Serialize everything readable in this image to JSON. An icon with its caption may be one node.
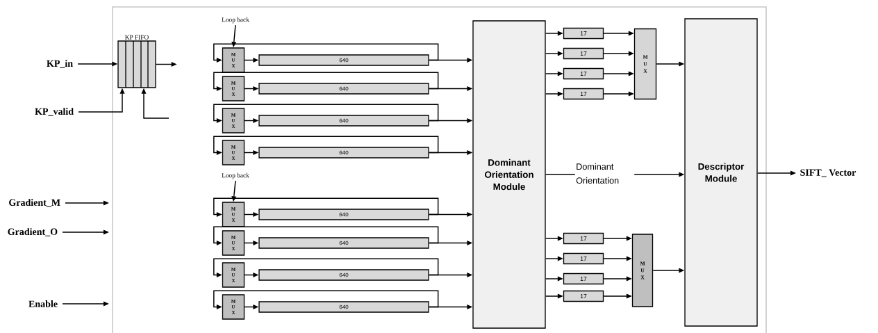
{
  "diagram": {
    "nodes": [
      {
        "text": [
          "KP_in"
        ]
      },
      {
        "text": [
          "KP_valid"
        ]
      },
      {
        "text": [
          "Gradient_M"
        ]
      },
      {
        "text": [
          "Gradient_O"
        ]
      },
      {
        "text": [
          "Enable"
        ]
      },
      {
        "text": [
          "KP FIFO"
        ]
      },
      {
        "text": [
          "Loop back"
        ]
      },
      {
        "text": [
          "Loop back"
        ]
      },
      {
        "text": [
          "M U X"
        ]
      },
      {
        "text": [
          "M U X"
        ]
      },
      {
        "text": [
          "M U X"
        ]
      },
      {
        "text": [
          "M U X"
        ]
      },
      {
        "text": [
          "M U X"
        ]
      },
      {
        "text": [
          "M U X"
        ]
      },
      {
        "text": [
          "M U X"
        ]
      },
      {
        "text": [
          "M U X"
        ]
      },
      {
        "text": [
          "640"
        ]
      },
      {
        "text": [
          "640"
        ]
      },
      {
        "text": [
          "640"
        ]
      },
      {
        "text": [
          "640"
        ]
      },
      {
        "text": [
          "640"
        ]
      },
      {
        "text": [
          "640"
        ]
      },
      {
        "text": [
          "640"
        ]
      },
      {
        "text": [
          "640"
        ]
      },
      {
        "text": [
          "Dominant Orientation Module"
        ]
      },
      {
        "text": [
          "17"
        ]
      },
      {
        "text": [
          "17"
        ]
      },
      {
        "text": [
          "17"
        ]
      },
      {
        "text": [
          "17"
        ]
      },
      {
        "text": [
          "17"
        ]
      },
      {
        "text": [
          "17"
        ]
      },
      {
        "text": [
          "17"
        ]
      },
      {
        "text": [
          "17"
        ]
      },
      {
        "text": [
          "M U X"
        ]
      },
      {
        "text": [
          "M U X"
        ]
      },
      {
        "text": [
          "Descriptor Module"
        ]
      },
      {
        "text": [
          "SIFT_ Vector"
        ]
      }
    ],
    "edges": [
      {
        "from": 0,
        "to": 5,
        "arrow": "to"
      },
      {
        "from": 1,
        "to": 5,
        "arrow": "to"
      },
      {
        "from": 5,
        "to": null,
        "arrow": "to"
      },
      {
        "from": null,
        "to": 5,
        "arrow": "to"
      },
      {
        "from": 2,
        "to": null,
        "arrow": "to"
      },
      {
        "from": 3,
        "to": null,
        "arrow": "to"
      },
      {
        "from": 4,
        "to": null,
        "arrow": "to"
      },
      {
        "from": 6,
        "to": 8,
        "arrow": "to"
      },
      {
        "from": 7,
        "to": 12,
        "arrow": "to"
      },
      {
        "from": 8,
        "to": 16,
        "arrow": "to"
      },
      {
        "from": 9,
        "to": 17,
        "arrow": "to"
      },
      {
        "from": 10,
        "to": 18,
        "arrow": "to"
      },
      {
        "from": 11,
        "to": 19,
        "arrow": "to"
      },
      {
        "from": 12,
        "to": 20,
        "arrow": "to"
      },
      {
        "from": 13,
        "to": 21,
        "arrow": "to"
      },
      {
        "from": 14,
        "to": 22,
        "arrow": "to"
      },
      {
        "from": 15,
        "to": 23,
        "arrow": "to"
      },
      {
        "from": 16,
        "to": 24,
        "arrow": "to"
      },
      {
        "from": 17,
        "to": 24,
        "arrow": "to"
      },
      {
        "from": 18,
        "to": 24,
        "arrow": "to"
      },
      {
        "from": 19,
        "to": 24,
        "arrow": "to"
      },
      {
        "from": 20,
        "to": 24,
        "arrow": "to"
      },
      {
        "from": 21,
        "to": 24,
        "arrow": "to"
      },
      {
        "from": 22,
        "to": 24,
        "arrow": "to"
      },
      {
        "from": 23,
        "to": 24,
        "arrow": "to"
      },
      {
        "from": 16,
        "to": 8,
        "arrow": "to"
      },
      {
        "from": 17,
        "to": 9,
        "arrow": "to"
      },
      {
        "from": 18,
        "to": 10,
        "arrow": "to"
      },
      {
        "from": 19,
        "to": 11,
        "arrow": "to"
      },
      {
        "from": 20,
        "to": 12,
        "arrow": "to"
      },
      {
        "from": 21,
        "to": 13,
        "arrow": "to"
      },
      {
        "from": 22,
        "to": 14,
        "arrow": "to"
      },
      {
        "from": 23,
        "to": 15,
        "arrow": "to"
      },
      {
        "from": 24,
        "to": 25,
        "arrow": "to"
      },
      {
        "from": 24,
        "to": 26,
        "arrow": "to"
      },
      {
        "from": 24,
        "to": 27,
        "arrow": "to"
      },
      {
        "from": 24,
        "to": 28,
        "arrow": "to"
      },
      {
        "from": 24,
        "to": 29,
        "arrow": "to"
      },
      {
        "from": 24,
        "to": 30,
        "arrow": "to"
      },
      {
        "from": 24,
        "to": 31,
        "arrow": "to"
      },
      {
        "from": 24,
        "to": 32,
        "arrow": "to"
      },
      {
        "from": 25,
        "to": 33,
        "arrow": "to"
      },
      {
        "from": 26,
        "to": 33,
        "arrow": "to"
      },
      {
        "from": 27,
        "to": 33,
        "arrow": "to"
      },
      {
        "from": 28,
        "to": 33,
        "arrow": "to"
      },
      {
        "from": 29,
        "to": 34,
        "arrow": "to"
      },
      {
        "from": 30,
        "to": 34,
        "arrow": "to"
      },
      {
        "from": 31,
        "to": 34,
        "arrow": "to"
      },
      {
        "from": 32,
        "to": 34,
        "arrow": "to"
      },
      {
        "from": 33,
        "to": 35,
        "arrow": "to"
      },
      {
        "from": 34,
        "to": 35,
        "arrow": "to"
      },
      {
        "from": 24,
        "to": 35,
        "arrow": "to",
        "label": "Dominant Orientation"
      },
      {
        "from": 35,
        "to": 36,
        "arrow": "to"
      }
    ]
  }
}
